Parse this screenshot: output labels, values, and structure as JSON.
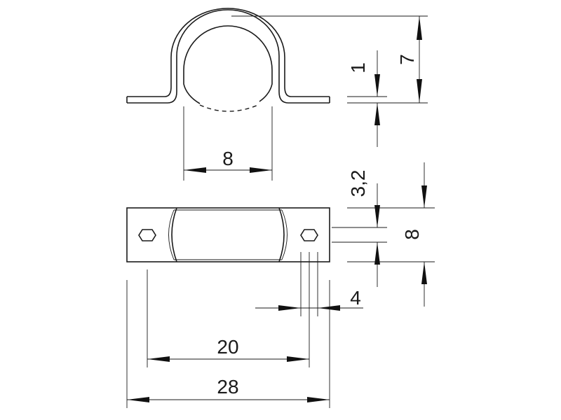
{
  "dimensions": {
    "side_pipe_diameter": "8",
    "side_total_height": "7",
    "side_sheet_thickness": "1",
    "top_hole_width": "3,2",
    "top_strip_width": "8",
    "top_hole_length": "4",
    "top_hole_spacing": "20",
    "top_total_length": "28"
  }
}
